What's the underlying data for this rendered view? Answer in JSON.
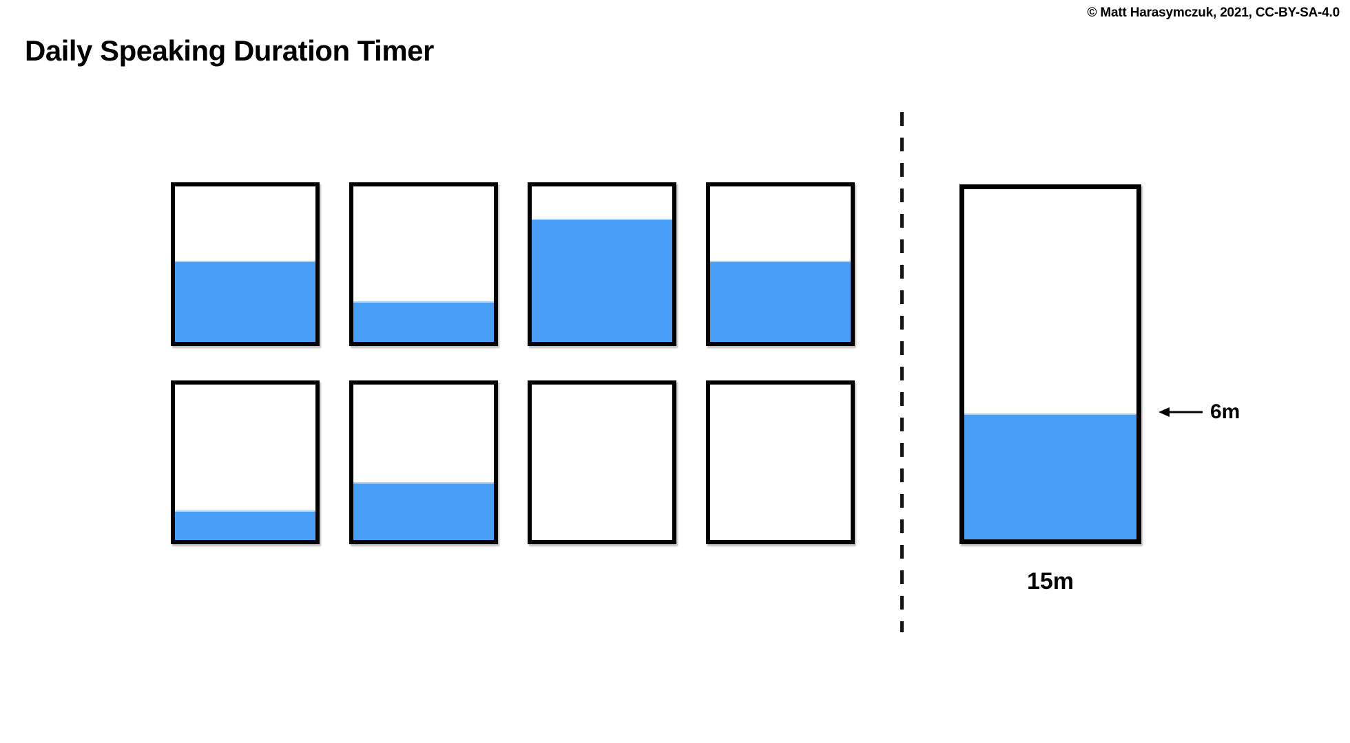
{
  "header": {
    "title": "Daily Speaking Duration Timer",
    "copyright": "© Matt Harasymczuk, 2021, CC-BY-SA-4.0"
  },
  "colors": {
    "fill_blue": "#489FF5",
    "border_black": "#000000",
    "background": "#FFFFFF"
  },
  "daily_gauges": [
    {
      "fill_percent": 52
    },
    {
      "fill_percent": 26
    },
    {
      "fill_percent": 79
    },
    {
      "fill_percent": 52
    },
    {
      "fill_percent": 19
    },
    {
      "fill_percent": 37
    },
    {
      "fill_percent": 0
    },
    {
      "fill_percent": 0
    }
  ],
  "target_gauge": {
    "fill_percent": 36,
    "current_value_label": "6m",
    "capacity_label": "15m"
  }
}
